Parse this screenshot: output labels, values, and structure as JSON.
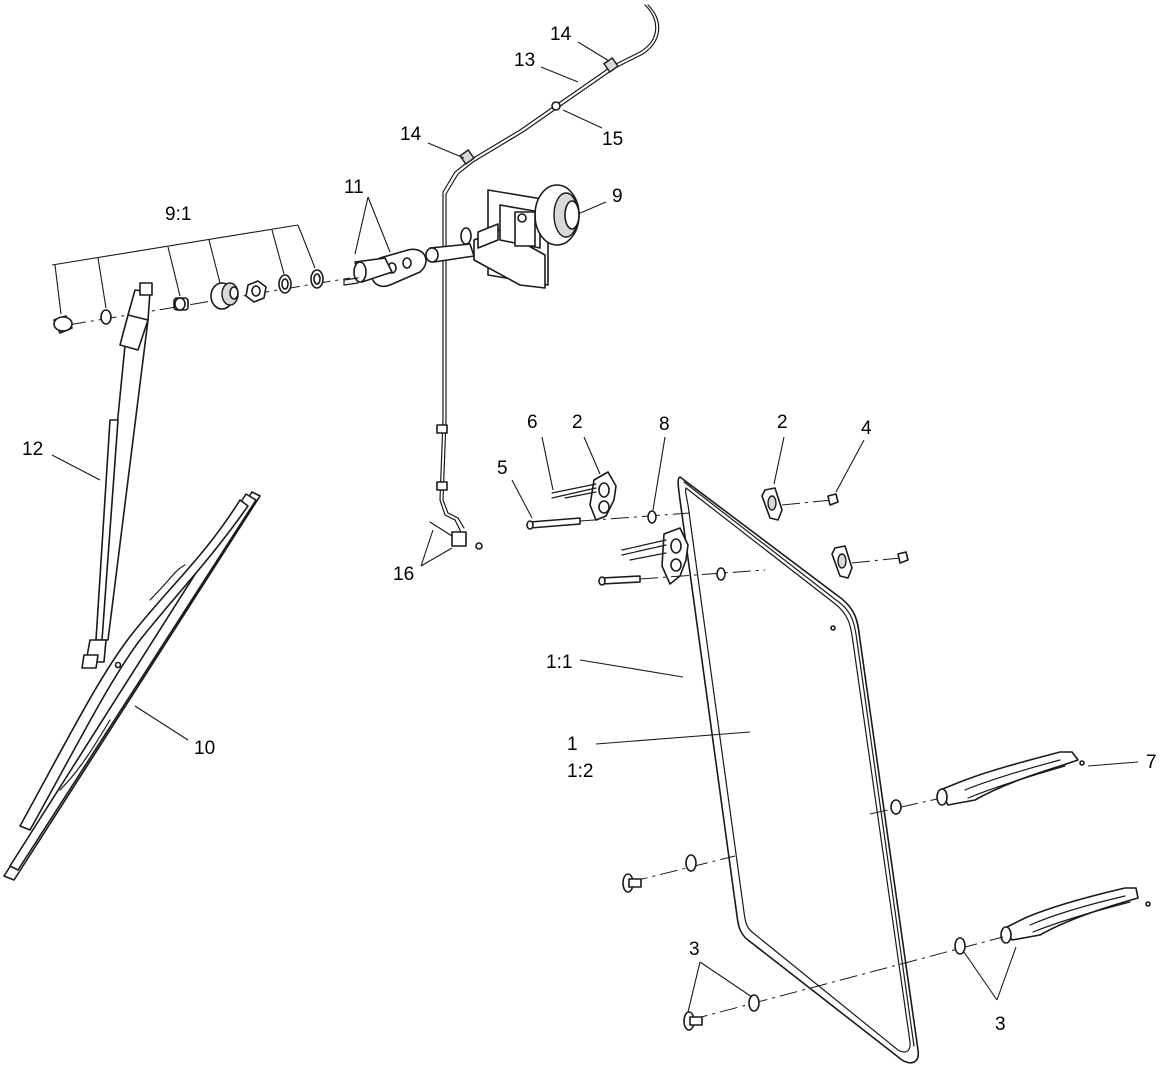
{
  "callouts": {
    "c14_top": "14",
    "c13": "13",
    "c15": "15",
    "c14_mid": "14",
    "c9": "9",
    "c11": "11",
    "c9_1": "9:1",
    "c12": "12",
    "c16": "16",
    "c10": "10",
    "c6": "6",
    "c2_left": "2",
    "c8": "8",
    "c2_right": "2",
    "c4": "4",
    "c5": "5",
    "c1_1": "1:1",
    "c1": "1",
    "c1_2": "1:2",
    "c7": "7",
    "c3_left": "3",
    "c3_right": "3"
  },
  "colors": {
    "line": "#1a1a1a",
    "shade": "#d9d9d9",
    "background": "#ffffff"
  }
}
